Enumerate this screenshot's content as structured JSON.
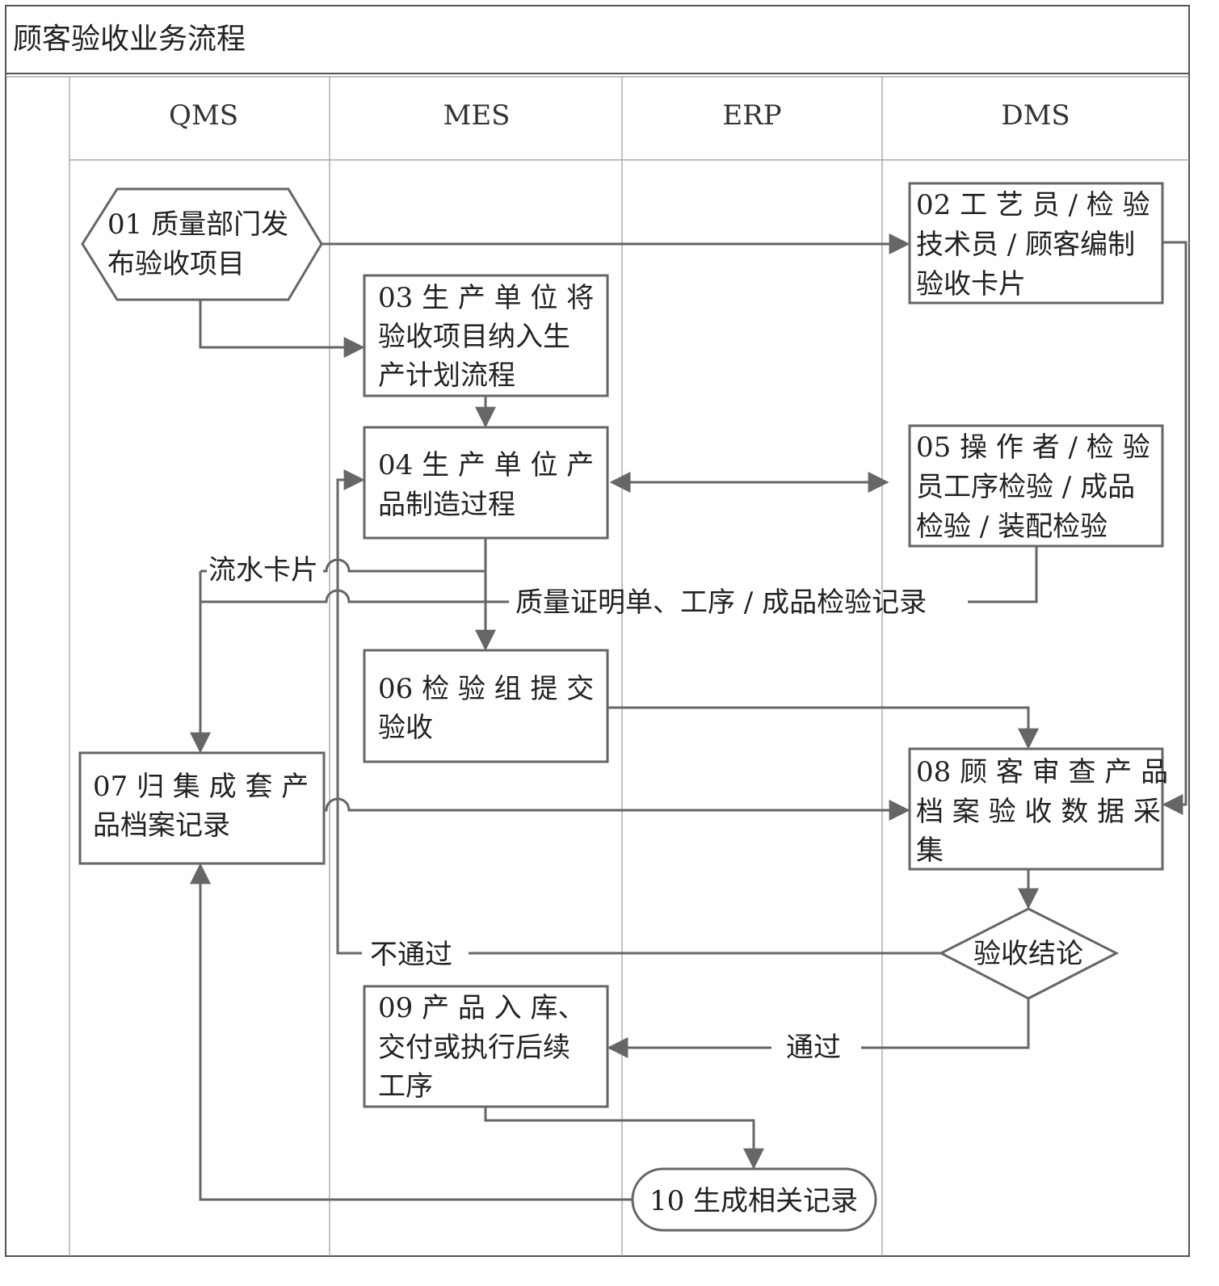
{
  "title": "顾客验收业务流程",
  "lanes": [
    "QMS",
    "MES",
    "ERP",
    "DMS"
  ],
  "nodes": {
    "n01": [
      "01 质量部门发",
      "布验收项目"
    ],
    "n02": [
      "02 工 艺 员 / 检 验",
      "技术员 / 顾客编制",
      "验收卡片"
    ],
    "n03": [
      "03 生 产 单 位 将",
      "验收项目纳入生",
      "产计划流程"
    ],
    "n04": [
      "04 生 产 单 位 产",
      "品制造过程"
    ],
    "n05": [
      "05 操 作 者 / 检 验",
      "员工序检验 / 成品",
      "检验 / 装配检验"
    ],
    "n06": [
      "06 检 验 组 提 交",
      "验收"
    ],
    "n07": [
      "07 归 集 成 套 产",
      "品档案记录"
    ],
    "n08": [
      "08 顾 客 审 查 产 品",
      "档 案 验 收 数 据 采",
      "集"
    ],
    "decision": [
      "验收结论"
    ],
    "n09": [
      "09 产 品 入 库、",
      "交付或执行后续",
      "工序"
    ],
    "n10": [
      "10 生成相关记录"
    ]
  },
  "edge_labels": {
    "liushui": "流水卡片",
    "quality": "质量证明单、工序 / 成品检验记录",
    "fail": "不通过",
    "pass": "通过"
  }
}
